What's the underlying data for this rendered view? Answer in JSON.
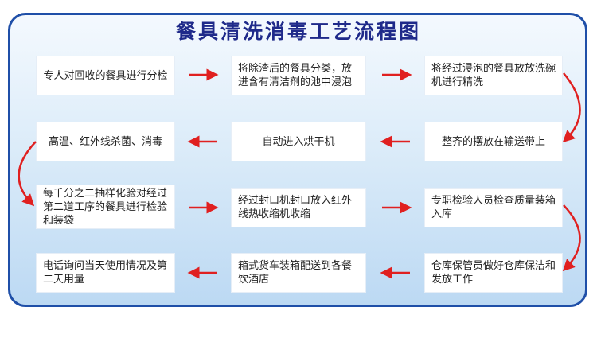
{
  "title": "餐具清洗消毒工艺流程图",
  "colors": {
    "arrow": "#e02020",
    "border": "#1f4fa8",
    "title": "#1f2a8a"
  },
  "steps": [
    "专人对回收的餐具进行分检",
    "将除渣后的餐具分类，放进含有清洁剂的池中浸泡",
    "将经过浸泡的餐具放放洗碗机进行精洗",
    "整齐的摆放在输送带上",
    "自动进入烘干机",
    "高温、红外线杀菌、消毒",
    "每千分之二抽样化验对经过第二道工序的餐具进行检验和装袋",
    "经过封口机封口放入红外线热收缩机收缩",
    "专职检验人员检查质量装箱入库",
    "仓库保管员做好仓库保洁和发放工作",
    "箱式货车装箱配送到各餐饮酒店",
    "电话询问当天使用情况及第二天用量"
  ]
}
